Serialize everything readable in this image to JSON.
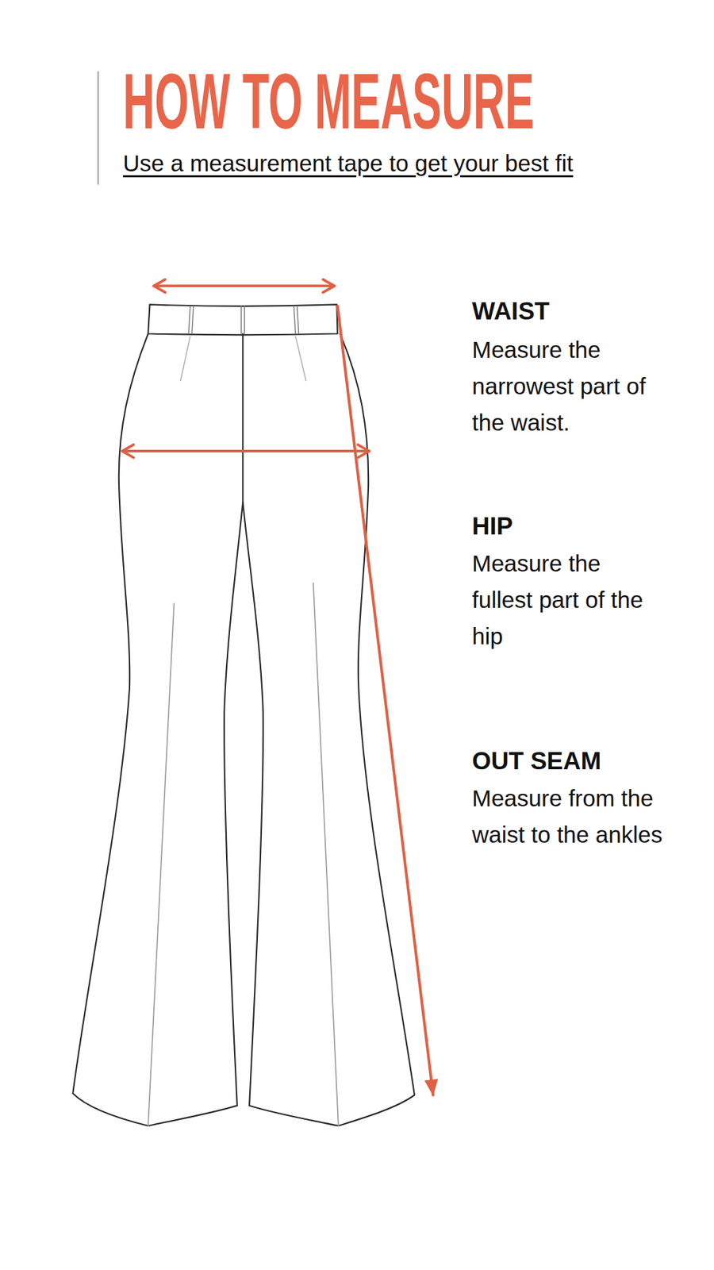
{
  "diagram": {
    "title": "HOW TO MEASURE",
    "labels": [
      "Use a measurement tape to get your best fit",
      "WAIST",
      "Measure the narrowest part of the waist.",
      "HIP",
      "Measure the fullest part of the hip",
      "OUT SEAM",
      "Measure from the waist to the ankles"
    ]
  }
}
